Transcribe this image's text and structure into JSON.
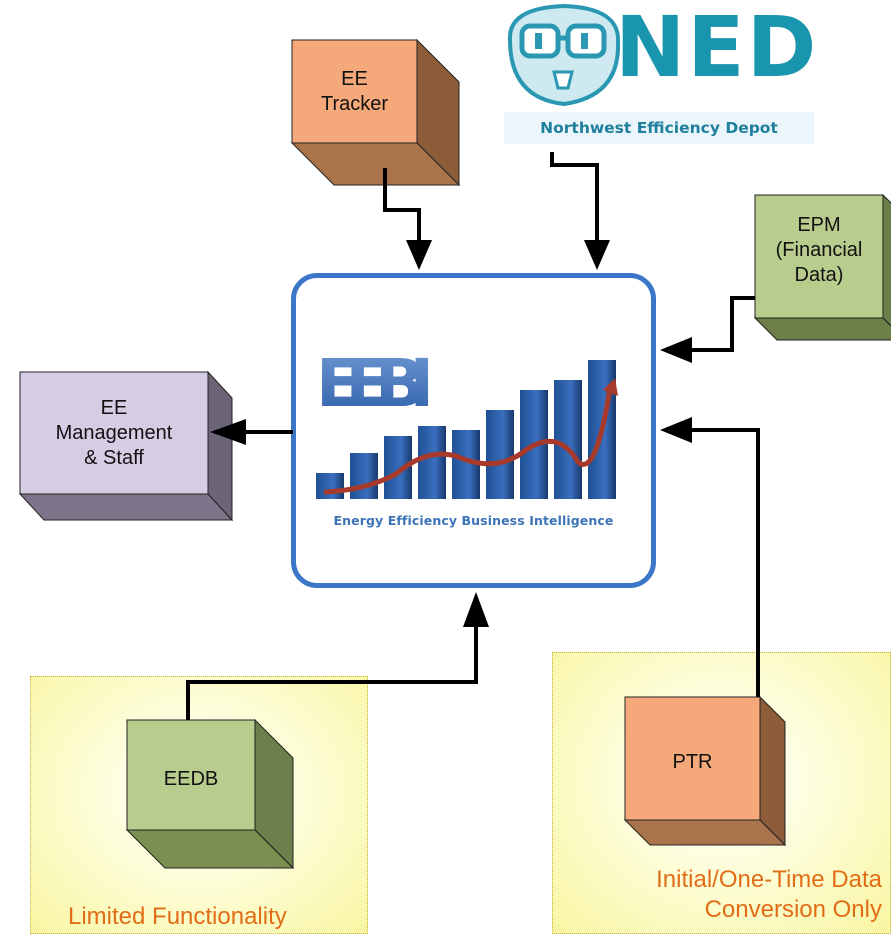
{
  "zones": {
    "left_label": "Limited Functionality",
    "right_label": "Initial/One-Time Data\nConversion Only"
  },
  "nodes": {
    "ee_tracker": "EE\nTracker",
    "epm": "EPM\n(Financial\nData)",
    "ee_management": "EE\nManagement\n& Staff",
    "eedb": "EEDB",
    "ptr": "PTR"
  },
  "ned": {
    "wordmark": "NED",
    "tagline": "Northwest Efficiency Depot"
  },
  "hub": {
    "wordmark": "EEBI",
    "caption": "Energy Efficiency Business Intelligence"
  },
  "colors": {
    "orange_box": "#f5a97b",
    "green_box": "#b7cc8d",
    "purple_box": "#d6cde4",
    "hub_border": "#3b76c9",
    "zone_label": "#e26d17"
  }
}
